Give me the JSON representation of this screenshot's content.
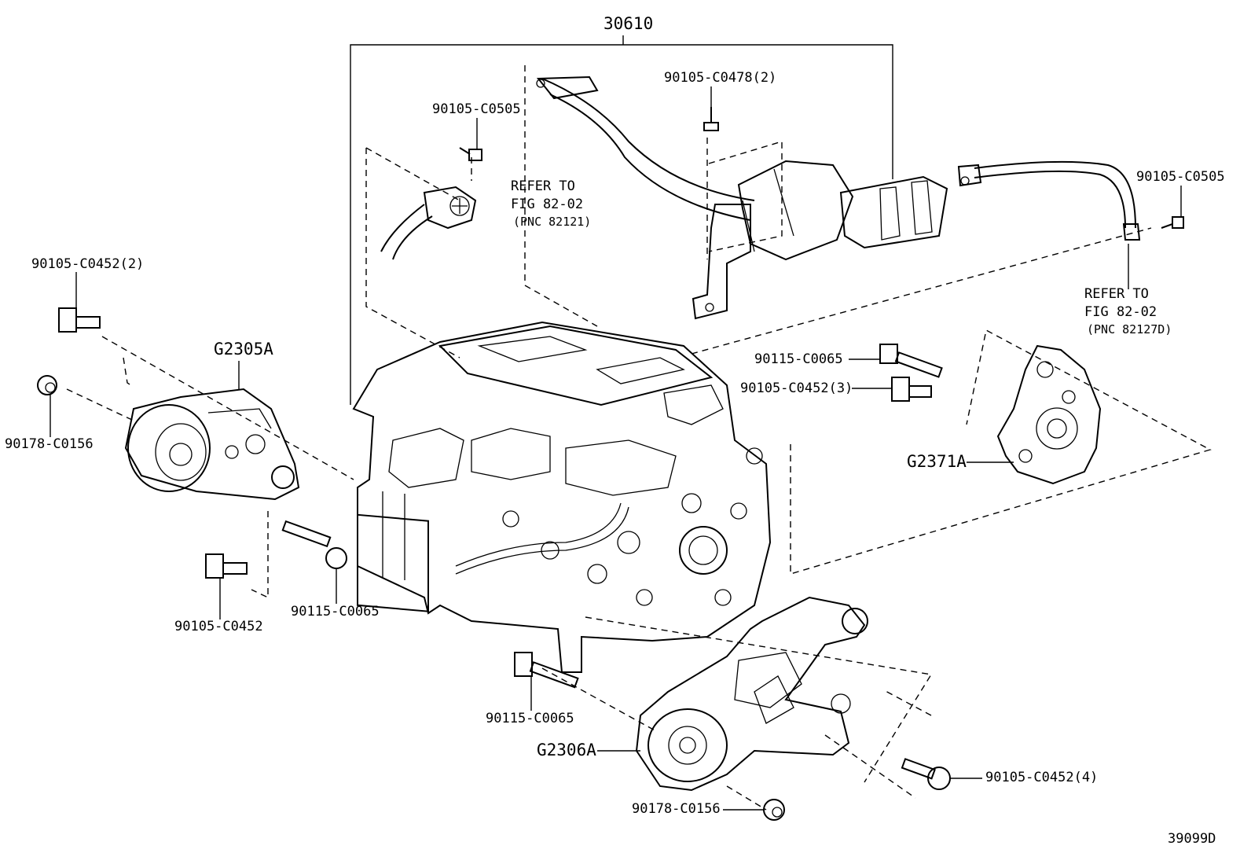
{
  "assembly": {
    "number": "30610"
  },
  "callouts": {
    "bolt_top_center": "90105-C0478(2)",
    "bolt_cable_left": "90105-C0505",
    "bolt_cable_right": "90105-C0505",
    "bolt_left_mount_top": "90105-C0452(2)",
    "cap_left": "90178-C0156",
    "bolt_left_mount_bottom": "90105-C0452",
    "bolt_left_long": "90115-C0065",
    "bolt_right_long": "90115-C0065",
    "bolt_right_mount": "90105-C0452(3)",
    "bolt_bottom_long": "90115-C0065",
    "bolt_bottom_right": "90105-C0452(4)",
    "cap_bottom": "90178-C0156"
  },
  "parts": {
    "left_mount": "G2305A",
    "right_mount": "G2371A",
    "bottom_mount": "G2306A"
  },
  "references": {
    "left": {
      "line1": "REFER TO",
      "line2": "FIG 82-02",
      "line3": "(PNC 82121)"
    },
    "right": {
      "line1": "REFER TO",
      "line2": "FIG 82-02",
      "line3": "(PNC 82127D)"
    }
  },
  "figure_code": "39099D"
}
